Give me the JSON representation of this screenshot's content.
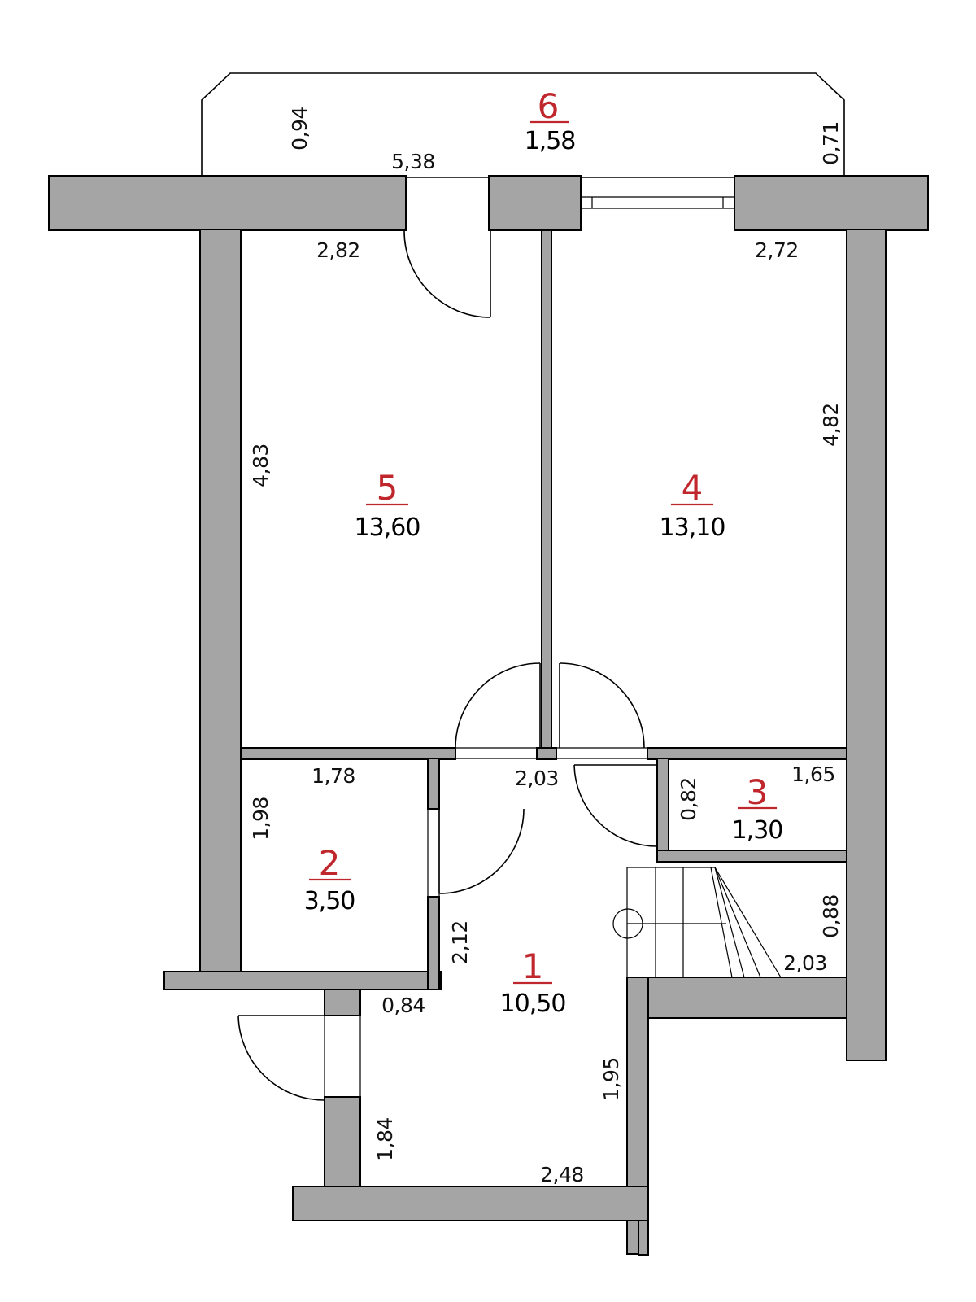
{
  "rooms": [
    {
      "id": "6",
      "number": "6",
      "area": "1,58"
    },
    {
      "id": "5",
      "number": "5",
      "area": "13,60"
    },
    {
      "id": "4",
      "number": "4",
      "area": "13,10"
    },
    {
      "id": "3",
      "number": "3",
      "area": "1,30"
    },
    {
      "id": "2",
      "number": "2",
      "area": "3,50"
    },
    {
      "id": "1",
      "number": "1",
      "area": "10,50"
    }
  ],
  "dimensions": {
    "balcony_left_depth": "0,94",
    "balcony_right_depth": "0,71",
    "balcony_width": "5,38",
    "room5_width": "2,82",
    "room5_length": "4,83",
    "room4_width": "2,72",
    "room4_length": "4,82",
    "room2_width": "1,78",
    "room2_length": "1,98",
    "hall_top_width": "2,03",
    "room3_width": "1,65",
    "room3_length": "0,82",
    "stair_depth": "0,88",
    "stair_width": "2,03",
    "hall_left_length": "2,12",
    "entry_width": "0,84",
    "hall_right_length": "1,95",
    "entry_length": "1,84",
    "hall_bottom_width": "2,48"
  },
  "colors": {
    "wall": "#a5a5a5",
    "room_number": "#c0272d",
    "text": "#000000"
  }
}
